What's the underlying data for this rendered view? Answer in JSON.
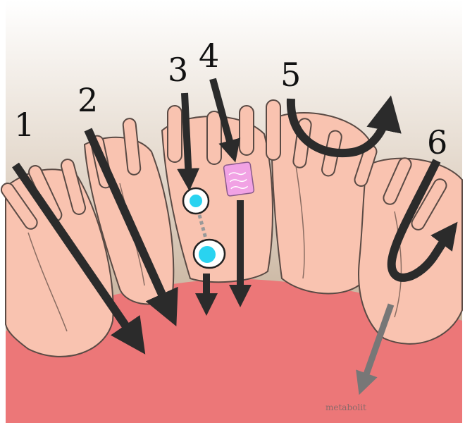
{
  "diagram": {
    "labels": {
      "pathway_1": "1",
      "pathway_2": "2",
      "pathway_3": "3",
      "pathway_4": "4",
      "pathway_5": "5",
      "pathway_6": "6",
      "metabolite": "metabolit"
    },
    "colors": {
      "lumen_top": "#ffffff",
      "lumen_bottom": "#b3977a",
      "villus_fill": "#f9c3b0",
      "villus_stroke": "#5a4a44",
      "tissue_fill": "#ec7778",
      "arrow_dark": "#2b2b2b",
      "arrow_gray": "#777777",
      "cell_nucleus": "#29d3f0",
      "transporter_fill": "#f1a2e4",
      "metabolite_text": "#8a6a6a"
    }
  }
}
